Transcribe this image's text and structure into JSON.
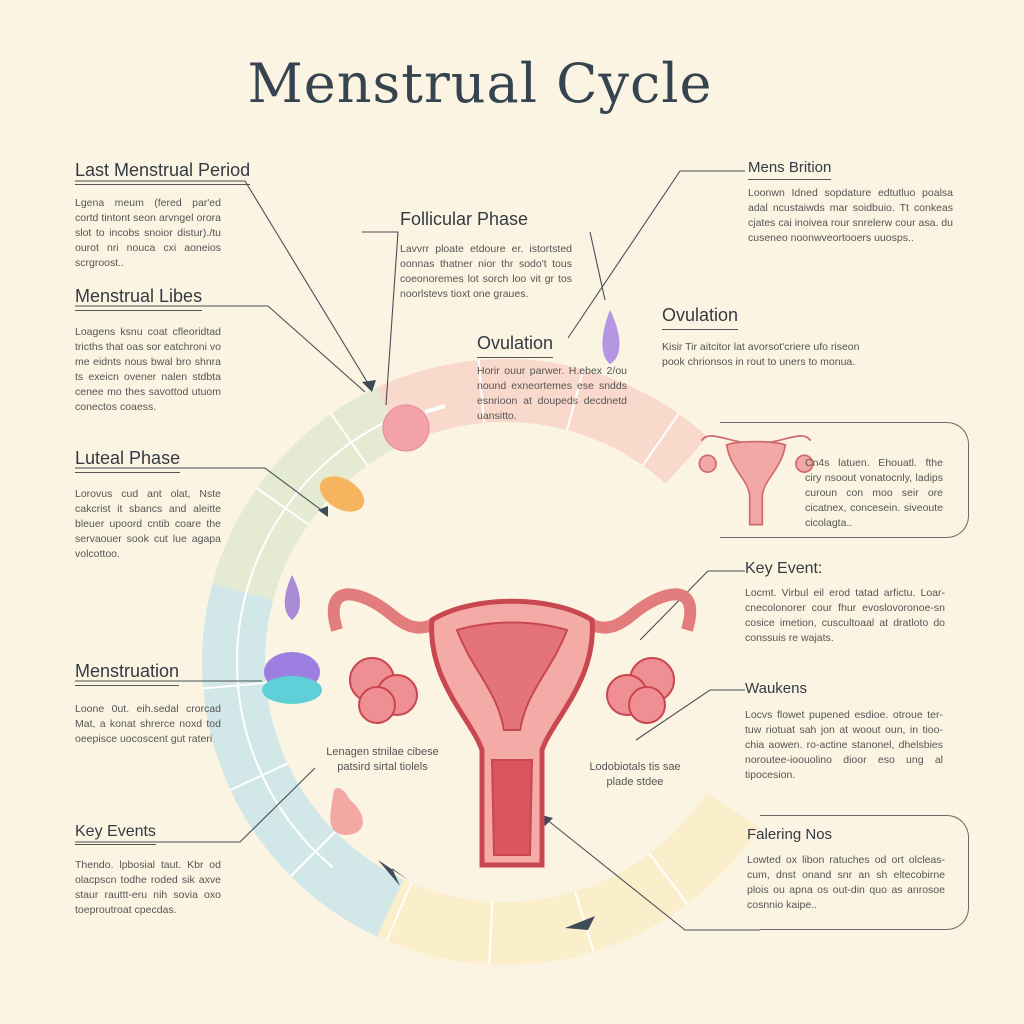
{
  "title": "Menstrual Cycle",
  "sections": {
    "last_period": {
      "heading": "Last Menstrual Period",
      "text": "Lgena meum (fered par'ed cortd tintont seon arvngel orora slot to incobs snoior distur)./tu ourot nri nouca cxi aoneios scrgroost.."
    },
    "menstrual_libes": {
      "heading": "Menstrual Libes",
      "text": "Loagens ksnu coat cfleoridtad tricths that oas sor eatchroni vo me eidnts nous bwal bro shnra ts exeicn ovener nalen stdbta cenee mo thes savottod utuom conectos coaess."
    },
    "luteal": {
      "heading": "Luteal Phase",
      "text": "Lorovus cud ant olat, Nste cakcrist it sbancs and aleitte bleuer upoord cntib coare the servaouer sook cut lue agapa volcottoo."
    },
    "menstruation": {
      "heading": "Menstruation",
      "text": "Loone 0ut. eih.sedal crorcad Mat, a konat shrerce noxd tod oeepisce uocoscent gut rateri"
    },
    "key_events_left": {
      "heading": "Key Events",
      "text": "Thendo. lpbosial taut. Kbr od olacpscn todhe roded sik axve staur rauttt-eru nih sovia oxo toeproutroat cpecdas."
    },
    "follicular": {
      "heading": "Follicular Phase",
      "text": "Lavvrr ploate etdoure er. istortsted oonnas thatner nior thr sodo't tous coeonoremes lot sorch loo vit gr tos noorlstevs tioxt one graues."
    },
    "ovulation_inner": {
      "heading": "Ovulation",
      "text": "Horir ouur parwer. H.ebex 2/ou nound exneortemes ese sndds esnrioon at doupeds decdnetd uansitto."
    },
    "mens_brition": {
      "heading": "Mens Brition",
      "text": "Loonwn Idned sopdature edtutluo poalsa adal ncustaiwds mar soidbuio. Tt conkeas cjates cai inoivea rour snrelerw cour asa. du cuseneo noonwveortooers uuosps.."
    },
    "ovulation_right": {
      "heading": "Ovulation",
      "text": "Kisir Tir aitcitor lat avorsot'criere ufo riseon pook chrionsos in rout to uners to monua."
    },
    "box_text": "Cn4s latuen. Ehouatl. fthe ciry nsoout vonatocnly, ladips curoun con moo seir ore cicatnex, concesein. siveoute cicolagta..",
    "key_event_right": {
      "heading": "Key Event:",
      "text": "Locmt. Virbul eil erod tatad arfictu. Loar-cnecolonorer cour fhur evoslovoronoe-sn cosice imetion, cuscultoaal at dratloto do conssuis re wajats."
    },
    "waukens": {
      "heading": "Waukens",
      "text": "Locvs flowet pupened esdioe. otroue ter-tuw riotuat sah jon at woout oun, in tioo-chia aowen. ro-actine stanonel, dhelsbies noroutee-ioouolino dioor eso ung al tipocesion."
    },
    "falering": {
      "heading": "Falering Nos",
      "text": "Lowted ox libon ratuches od ort olcleas-cum, dnst onand snr an sh eltecobirne plois ou apna os out-din quo as anrosoe cosnnio kaipe.."
    }
  },
  "labels": {
    "left_uterus": "Lenagen stnilae cibese patsird sirtal tiolels",
    "right_uterus": "Lodobiotals tis sae plade stdee"
  },
  "colors": {
    "pink": "#f9d9cc",
    "green": "#e4ebd2",
    "blue": "#d2e8e8",
    "yellow": "#fbeecb"
  }
}
